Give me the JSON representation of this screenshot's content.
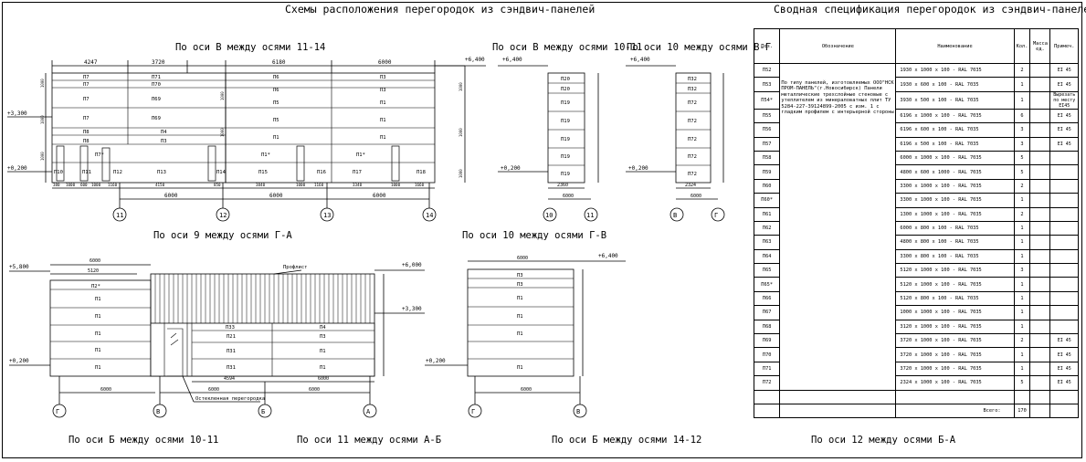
{
  "titles": {
    "main": "Схемы расположения перегородок из сэндвич-панелей",
    "spec": "Сводная спецификация перегородок из сэндвич-панелей"
  },
  "captions": {
    "v_11_14": "По оси В между осями 11-14",
    "v_10_11": "По оси В между осями 10-11",
    "a10_v_g": "По оси 10 между осями В-Г",
    "a9_g_a": "По оси 9 между осями Г-А",
    "a10_g_v": "По оси 10 между осями Г-В",
    "b_10_11": "По оси Б между осями 10-11",
    "a11_a_b": "По оси 11 между осями А-Б",
    "b_14_12": "По оси Б между осями 14-12",
    "a12_b_a": "По оси 12 между осями Б-А"
  },
  "elevations": {
    "p6400": "+6,400",
    "p6000": "+6,000",
    "p5800": "+5,800",
    "p3300": "+3,300",
    "p0200": "+0,200"
  },
  "axes": {
    "a10": "10",
    "a11": "11",
    "a12": "12",
    "a13": "13",
    "a14": "14",
    "aV": "В",
    "aG": "Г",
    "aB": "Б",
    "aA": "А"
  },
  "dims": {
    "d4247": "4247",
    "d3720": "3720",
    "d6180": "6180",
    "d6000": "6000",
    "d2360": "2360",
    "d2324": "2324",
    "d5120": "5120",
    "d4594": "4594",
    "d1000": "1000",
    "bottom1": [
      "380",
      "1000",
      "600",
      "1000",
      "1160",
      "4150",
      "850",
      "3840",
      "1000",
      "1160",
      "3340",
      "1000",
      "1660"
    ]
  },
  "notes": {
    "profnastil": "Профлист",
    "glazed": "Остекленная перегородка"
  },
  "v1114": {
    "top_left": [
      "П7",
      "П7",
      "П7",
      "П7",
      "П8",
      "П8",
      "П10"
    ],
    "top_right": [
      "П71",
      "П70",
      "П69",
      "П69",
      "П4",
      "П3",
      "П13"
    ],
    "mid": [
      "П6",
      "П6",
      "П5",
      "П5",
      "П1",
      "П1*",
      "П15"
    ],
    "right": [
      "П3",
      "П3",
      "П1",
      "П1",
      "П1",
      "П1*",
      "П17"
    ],
    "small": [
      "П7*",
      "П11",
      "П12",
      "П14",
      "П16",
      "П18"
    ]
  },
  "v1011": [
    "П20",
    "П20",
    "П19",
    "П19",
    "П19",
    "П19",
    "П19"
  ],
  "a10vg": [
    "П32",
    "П32",
    "П72",
    "П72",
    "П72",
    "П72",
    "П72"
  ],
  "a9ga": [
    "П2*",
    "П1",
    "П1",
    "П1",
    "П1",
    "П1"
  ],
  "a11ab": {
    "row1": [
      "П33",
      "П4"
    ],
    "row2": [
      "П21",
      "П3"
    ],
    "row3": [
      "П31",
      "П1"
    ],
    "row4": [
      "П31",
      "П1"
    ]
  },
  "a10gv": [
    "П3",
    "П3",
    "П1",
    "П1",
    "П1",
    "П1"
  ],
  "spec_table": {
    "headers": [
      "Поз.",
      "Обозначение",
      "Наименование",
      "Кол.",
      "Масса ед.",
      "Примеч."
    ],
    "description": "По типу панелей, изготовляемых ООО\"НСК ПРОМ-ПАНЕЛЬ\"(г.Новосибирск) Панели металлические трехслойные стеновые с утеплителем из минераловатных плит ТУ 5284-227-39124899-2005 с изм. 1 с гладким профилем с интерьерной стороны",
    "rows": [
      {
        "pos": "П52",
        "name": "1930 x 1000 x 100 - RAL 7035",
        "qty": "2",
        "note": "EI 45"
      },
      {
        "pos": "П53",
        "name": "1930 x 600 x 100 - RAL 7035",
        "qty": "1",
        "note": "EI 45"
      },
      {
        "pos": "П54*",
        "name": "3930 x 500 x 100 - RAL 7035",
        "qty": "1",
        "note": "Вырезать по месту EI45"
      },
      {
        "pos": "П55",
        "name": "6196 x 1000 x 100 - RAL 7035",
        "qty": "6",
        "note": "EI 45"
      },
      {
        "pos": "П56",
        "name": "6196 x 600 x 100 - RAL 7035",
        "qty": "3",
        "note": "EI 45"
      },
      {
        "pos": "П57",
        "name": "6196 x 500 x 100 - RAL 7035",
        "qty": "3",
        "note": "EI 45"
      },
      {
        "pos": "П58",
        "name": "6000 x 1000 x 100 - RAL 7035",
        "qty": "5",
        "note": ""
      },
      {
        "pos": "П59",
        "name": "4800 x 600 x 1000 - RAL 7035",
        "qty": "5",
        "note": ""
      },
      {
        "pos": "П60",
        "name": "3300 x 1000 x 100 - RAL 7035",
        "qty": "2",
        "note": ""
      },
      {
        "pos": "П60*",
        "name": "3300 x 1000 x 100 - RAL 7035",
        "qty": "1",
        "note": ""
      },
      {
        "pos": "П61",
        "name": "1300 x 1000 x 100 - RAL 7035",
        "qty": "2",
        "note": ""
      },
      {
        "pos": "П62",
        "name": "6000 x 800 x 100 - RAL 7035",
        "qty": "1",
        "note": ""
      },
      {
        "pos": "П63",
        "name": "4800 x 800 x 100 - RAL 7035",
        "qty": "1",
        "note": ""
      },
      {
        "pos": "П64",
        "name": "3300 x 800 x 100 - RAL 7035",
        "qty": "1",
        "note": ""
      },
      {
        "pos": "П65",
        "name": "5120 x 1000 x 100 - RAL 7035",
        "qty": "3",
        "note": ""
      },
      {
        "pos": "П65*",
        "name": "5120 x 1000 x 100 - RAL 7035",
        "qty": "1",
        "note": ""
      },
      {
        "pos": "П66",
        "name": "5120 x 800 x 100 - RAL 7035",
        "qty": "1",
        "note": ""
      },
      {
        "pos": "П67",
        "name": "1000 x 1000 x 100 - RAL 7035",
        "qty": "1",
        "note": ""
      },
      {
        "pos": "П68",
        "name": "3120 x 1000 x 100 - RAL 7035",
        "qty": "1",
        "note": ""
      },
      {
        "pos": "П69",
        "name": "3720 x 1000 x 100 - RAL 7035",
        "qty": "2",
        "note": "EI 45"
      },
      {
        "pos": "П70",
        "name": "3720 x 1000 x 100 - RAL 7035",
        "qty": "1",
        "note": "EI 45"
      },
      {
        "pos": "П71",
        "name": "3720 x 1000 x 100 - RAL 7035",
        "qty": "1",
        "note": "EI 45"
      },
      {
        "pos": "П72",
        "name": "2324 x 1000 x 100 - RAL 7035",
        "qty": "5",
        "note": "EI 45"
      }
    ],
    "total_label": "Всего:",
    "total_value": "170"
  }
}
